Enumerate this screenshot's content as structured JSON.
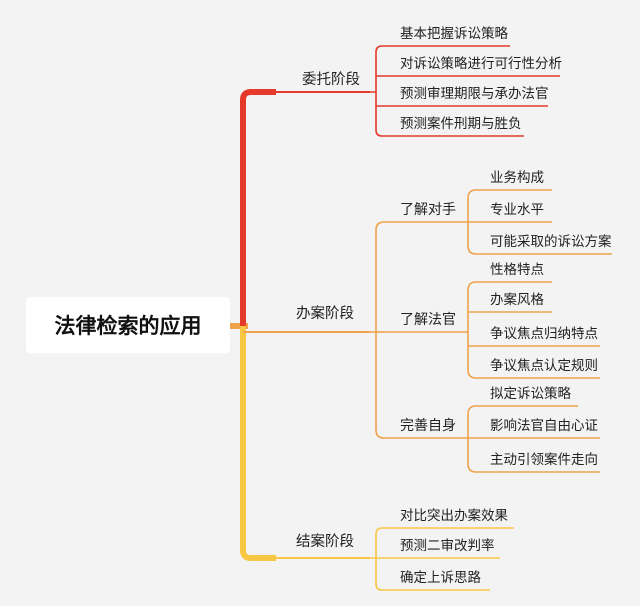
{
  "root": {
    "label": "法律检索的应用"
  },
  "colors": {
    "background": "#f3f3f3",
    "root_box": "#ffffff",
    "branch_red": "#e5392c",
    "branch_orange": "#f0a24a",
    "branch_yellow": "#f7c744"
  },
  "branches": [
    {
      "label": "委托阶段",
      "leaves": [
        "基本把握诉讼策略",
        "对诉讼策略进行可行性分析",
        "预测审理期限与承办法官",
        "预测案件刑期与胜负"
      ]
    },
    {
      "label": "办案阶段",
      "groups": [
        {
          "label": "了解对手",
          "leaves": [
            "业务构成",
            "专业水平",
            "可能采取的诉讼方案"
          ]
        },
        {
          "label": "了解法官",
          "leaves": [
            "性格特点",
            "办案风格",
            "争议焦点归纳特点",
            "争议焦点认定规则"
          ]
        },
        {
          "label": "完善自身",
          "leaves": [
            "拟定诉讼策略",
            "影响法官自由心证",
            "主动引领案件走向"
          ]
        }
      ]
    },
    {
      "label": "结案阶段",
      "leaves": [
        "对比突出办案效果",
        "预测二审改判率",
        "确定上诉思路"
      ]
    }
  ]
}
